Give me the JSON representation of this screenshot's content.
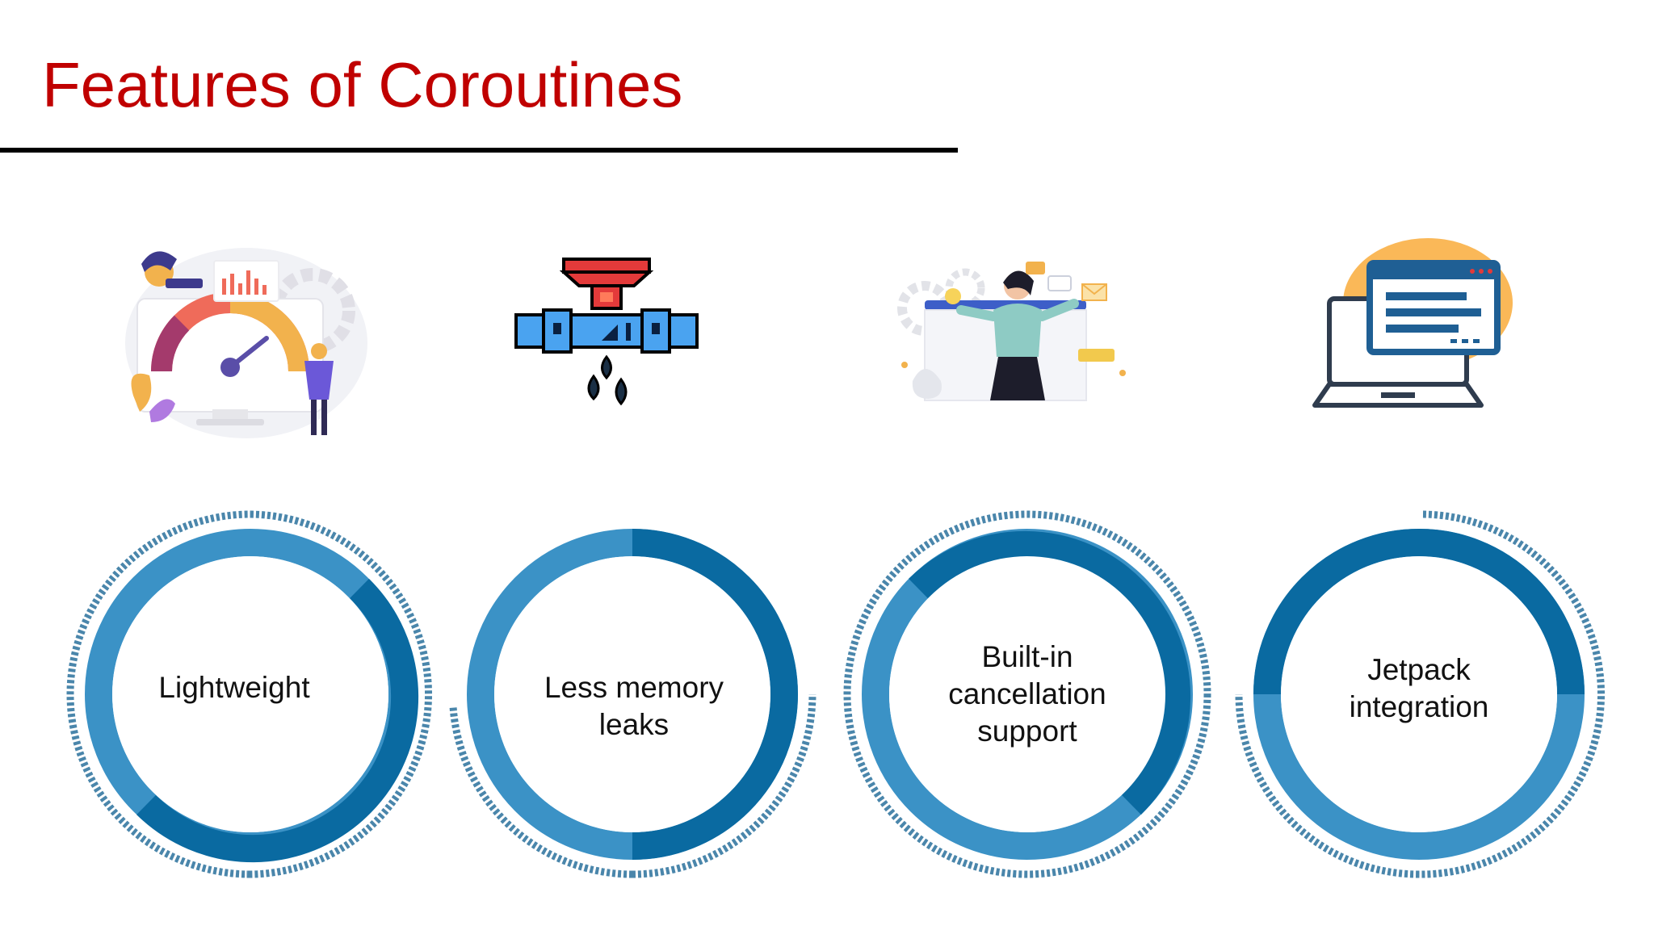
{
  "slide": {
    "title": "Features of Coroutines",
    "title_color": "#c00000",
    "rule_color": "#000000"
  },
  "palette": {
    "ring_light": "#3b92c6",
    "ring_dark": "#0a6aa1",
    "dashed_ring": "#4a86ab"
  },
  "features": [
    {
      "lines": [
        "Lightweight"
      ],
      "icon": "speedometer-performance-icon"
    },
    {
      "lines": [
        "Less memory",
        "leaks"
      ],
      "icon": "leaking-pipe-icon"
    },
    {
      "lines": [
        "Built-in",
        "cancellation",
        "support"
      ],
      "icon": "support-agent-icon"
    },
    {
      "lines": [
        "Jetpack",
        "integration"
      ],
      "icon": "laptop-browser-icon"
    }
  ]
}
